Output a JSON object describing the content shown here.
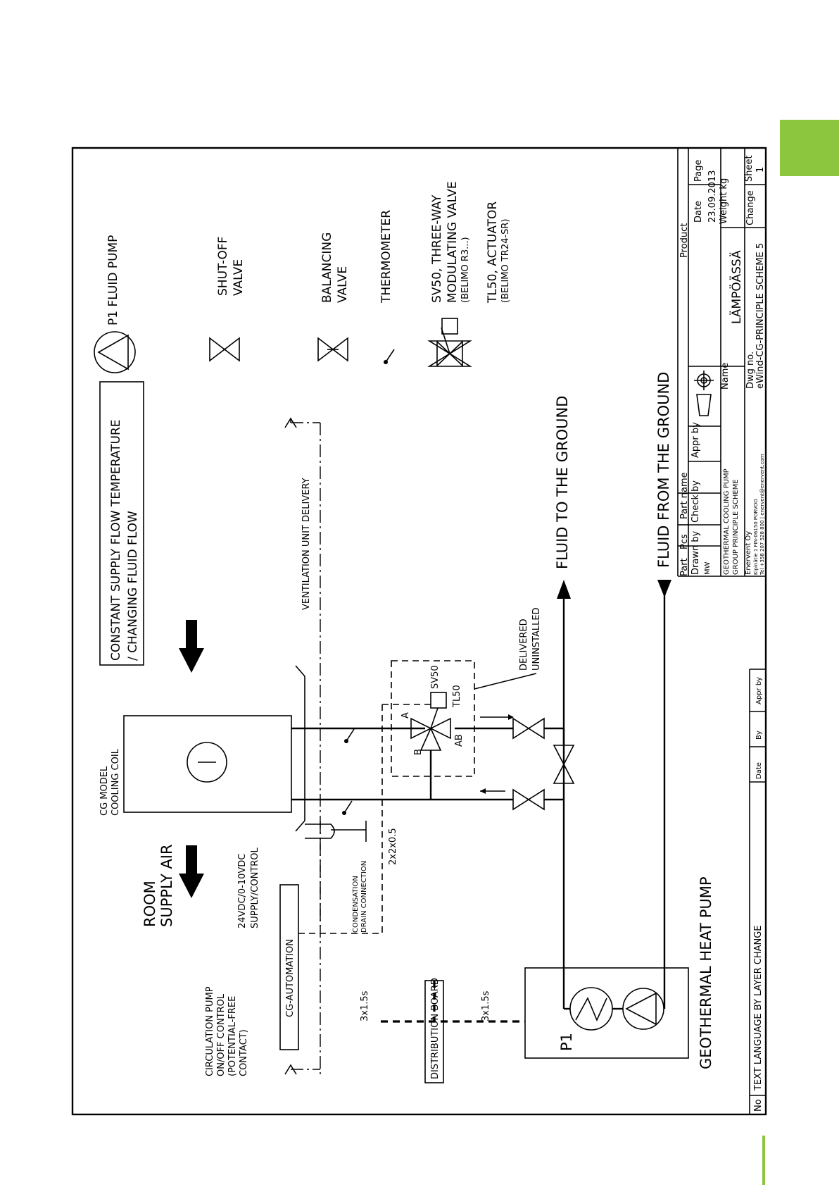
{
  "colors": {
    "accent": "#8cc63f",
    "ink": "#000000"
  },
  "diagram": {
    "p1_fluid_pump": "P1 FLUID PUMP",
    "shut_off_valve": [
      "SHUT-OFF",
      "VALVE"
    ],
    "balancing_valve": [
      "BALANCING",
      "VALVE"
    ],
    "thermometer": "THERMOMETER",
    "sv50_desc": [
      "SV50, THREE-WAY",
      "MODULATING VALVE",
      "(BELIMO R3...)"
    ],
    "tl50_desc": [
      "TL50, ACTUATOR",
      "(BELIMO TR24-SR)"
    ],
    "constant_supply": [
      "CONSTANT SUPPLY FLOW TEMPERATURE",
      "/ CHANGING FLUID FLOW"
    ],
    "ventilation_unit": "VENTILATION UNIT DELIVERY",
    "fluid_to_ground": "FLUID TO THE GROUND",
    "fluid_from_ground": "FLUID FROM THE GROUND",
    "delivered_uninstalled": [
      "DELIVERED",
      "UNINSTALLED"
    ],
    "sv50": "SV50",
    "tl50": "TL50",
    "port_a": "A",
    "port_b": "B",
    "port_ab": "AB",
    "cg_model": [
      "CG MODEL",
      "COOLING COIL"
    ],
    "room_supply_air": [
      "ROOM",
      "SUPPLY AIR"
    ],
    "supply_control": [
      "24VDC/0-10VDC",
      "SUPPLY/CONTROL"
    ],
    "cable_2x2": "2x2x0.5",
    "condensation": [
      "CONDENSATION",
      "DRAIN CONNECTION"
    ],
    "circulation_pump": [
      "CIRCULATION PUMP",
      "ON/OFF CONTROL",
      "(POTENTIAL-FREE",
      "CONTACT)"
    ],
    "cg_automation": "CG-AUTOMATION",
    "distribution_board": "DISTRIBUTION BOARD",
    "cable_3x15_a": "3x1.5s",
    "cable_3x15_b": "3x1.5s",
    "p1": "P1",
    "geothermal_heat_pump": "GEOTHERMAL HEAT PUMP"
  },
  "title_block": {
    "product": "Product",
    "page": "Page",
    "date_label": "Date",
    "date_value": "23.09.2013",
    "weight": "Weight  kg",
    "name_label": "Name",
    "name_value": "LÄMPÖÄSSÄ",
    "part": "Part",
    "pcs": "Pcs",
    "part_name": "Part name",
    "drawn_by": "Drawn  by",
    "drawn_value": "MW",
    "check_by": "Check  by",
    "appr_by": "Appr  by",
    "title_line1": "GEOTHERMAL  COOLING  PUMP",
    "title_line2": "GROUP  PRINCIPLE  SCHEME",
    "company_line1": "Enervent  Oy",
    "company_line2": "Kipinätie 1   FIN-06150  PORVOO",
    "company_line3": "Tel  +358  207  528  800  |  enervent@enervent.com",
    "dwg_label": "Dwg  no.",
    "dwg_value": "eWind-CG-PRINCIPLE  SCHEME  5",
    "change": "Change",
    "sheet_label": "Sheet",
    "sheet_value": "1"
  },
  "revision_block": {
    "no": "No",
    "text": "TEXT  LANGUAGE  BY  LAYER  CHANGE",
    "date": "Date",
    "by": "By",
    "appr_by": "Appr  by"
  }
}
